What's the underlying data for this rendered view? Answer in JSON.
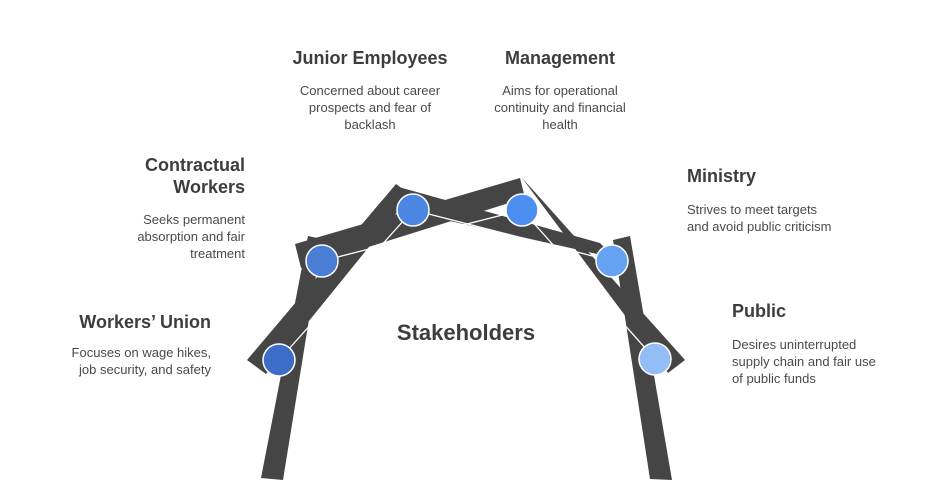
{
  "center_label": "Stakeholders",
  "stakeholders": [
    {
      "title": "Workers’ Union",
      "desc": "Focuses on wage hikes, job security, and safety",
      "color": "#3d6cc9"
    },
    {
      "title": "Contractual Workers",
      "desc": "Seeks permanent absorption and fair treatment",
      "color": "#4a7ed6"
    },
    {
      "title": "Junior Employees",
      "desc": "Concerned about career prospects and fear of backlash",
      "color": "#4a86e2"
    },
    {
      "title": "Management",
      "desc": "Aims for operational continuity and financial health",
      "color": "#4d8ff0"
    },
    {
      "title": "Ministry",
      "desc": "Strives to meet targets and avoid public criticism",
      "color": "#66a2f2"
    },
    {
      "title": "Public",
      "desc": "Desires uninterrupted supply chain and fair use of public funds",
      "color": "#93bdf7"
    }
  ],
  "colors": {
    "beam": "#454545",
    "text": "#3d3d3d"
  }
}
